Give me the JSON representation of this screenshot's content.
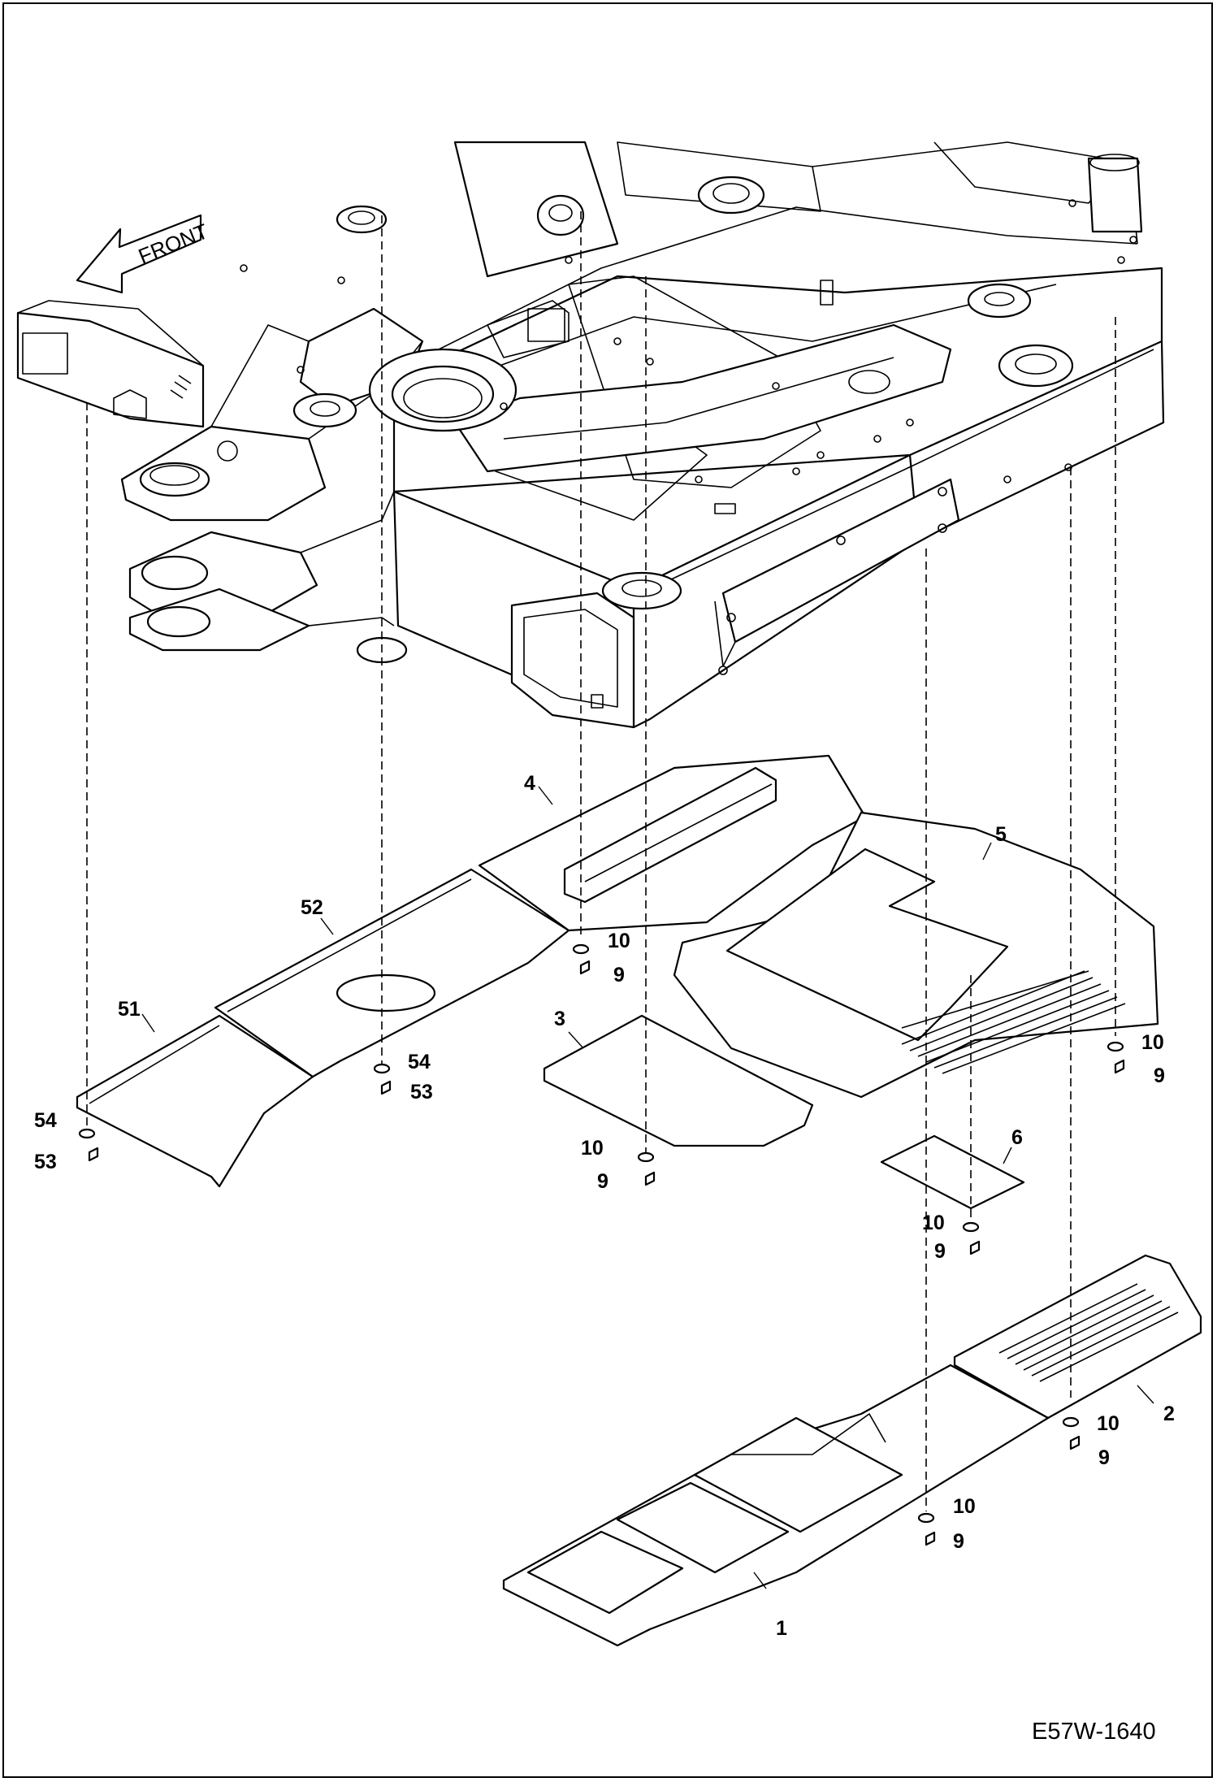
{
  "figure": {
    "code": "E57W-1640",
    "front_label": "FRONT",
    "callouts": [
      {
        "id": "c1",
        "text": "1"
      },
      {
        "id": "c2",
        "text": "2"
      },
      {
        "id": "c3",
        "text": "3"
      },
      {
        "id": "c4",
        "text": "4"
      },
      {
        "id": "c5",
        "text": "5"
      },
      {
        "id": "c6",
        "text": "6"
      },
      {
        "id": "c51",
        "text": "51"
      },
      {
        "id": "c52",
        "text": "52"
      },
      {
        "id": "c54a",
        "text": "54"
      },
      {
        "id": "c53a",
        "text": "53"
      },
      {
        "id": "c54b",
        "text": "54"
      },
      {
        "id": "c53b",
        "text": "53"
      },
      {
        "id": "c10a",
        "text": "10"
      },
      {
        "id": "c9a",
        "text": "9"
      },
      {
        "id": "c10b",
        "text": "10"
      },
      {
        "id": "c9b",
        "text": "9"
      },
      {
        "id": "c10c",
        "text": "10"
      },
      {
        "id": "c9c",
        "text": "9"
      },
      {
        "id": "c10d",
        "text": "10"
      },
      {
        "id": "c9d",
        "text": "9"
      },
      {
        "id": "c10e",
        "text": "10"
      },
      {
        "id": "c9e",
        "text": "9"
      },
      {
        "id": "c10f",
        "text": "10"
      },
      {
        "id": "c9f",
        "text": "9"
      }
    ]
  }
}
